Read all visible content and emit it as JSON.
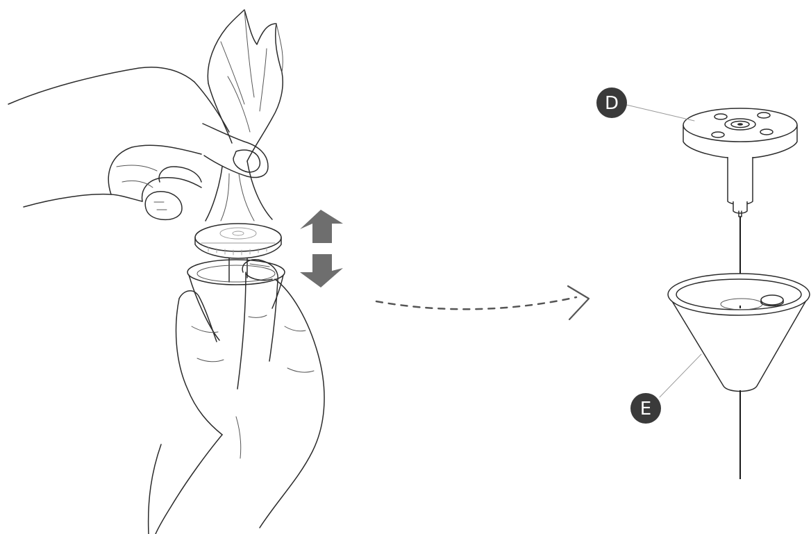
{
  "callouts": [
    {
      "id": "D",
      "label": "D"
    },
    {
      "id": "E",
      "label": "E"
    }
  ],
  "colors": {
    "line": "#2b2b2b",
    "arrow": "#6e6e6e",
    "badge": "#3a3a3a",
    "background": "#ffffff"
  },
  "icons": {
    "motion": "up-down-arrow-icon",
    "transition": "dashed-arrow-icon"
  }
}
